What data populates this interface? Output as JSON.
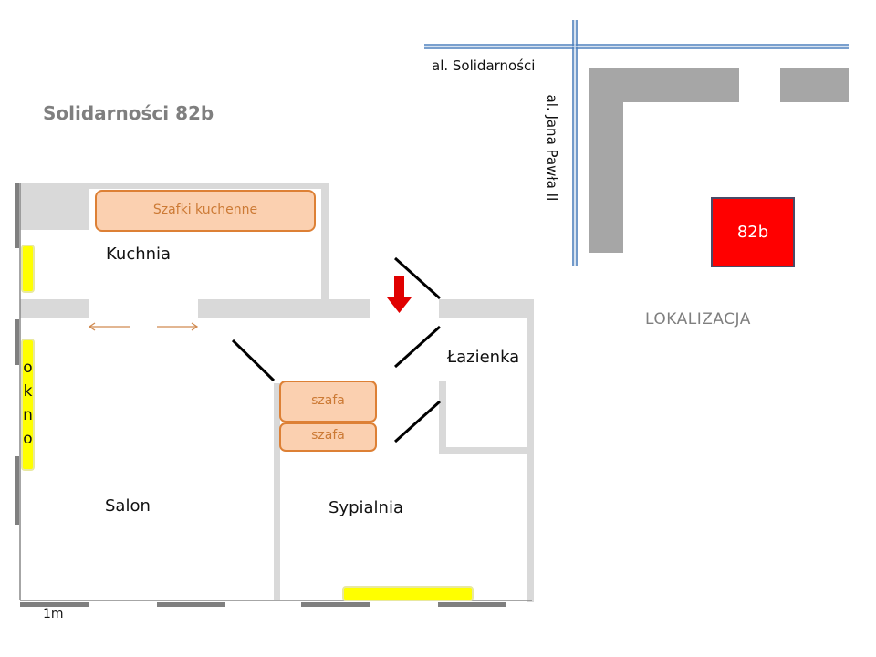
{
  "title": "Solidarności 82b",
  "rooms": {
    "kitchen": "Kuchnia",
    "bathroom": "Łazienka",
    "living_room": "Salon",
    "bedroom": "Sypialnia"
  },
  "furniture": {
    "kitchen_cabinets": "Szafki kuchenne",
    "wardrobe_1": "szafa",
    "wardrobe_2": "szafa"
  },
  "window_letters": [
    "o",
    "k",
    "n",
    "o"
  ],
  "scale_label": "1m",
  "map": {
    "street_horizontal": "al. Solidarności",
    "street_vertical": "al. Jana Pawła II",
    "building_label": "82b",
    "caption": "LOKALIZACJA"
  },
  "colors": {
    "wall": "#d9d9d9",
    "window_frame": "#7f7f7f",
    "window": "#ffff00",
    "furniture_fill": "#fbd0b0",
    "furniture_stroke": "#dd8035",
    "entrance_arrow": "#e00000",
    "road": "#4f81bd",
    "building": "#a6a6a6",
    "target_building": "#ff0000"
  }
}
